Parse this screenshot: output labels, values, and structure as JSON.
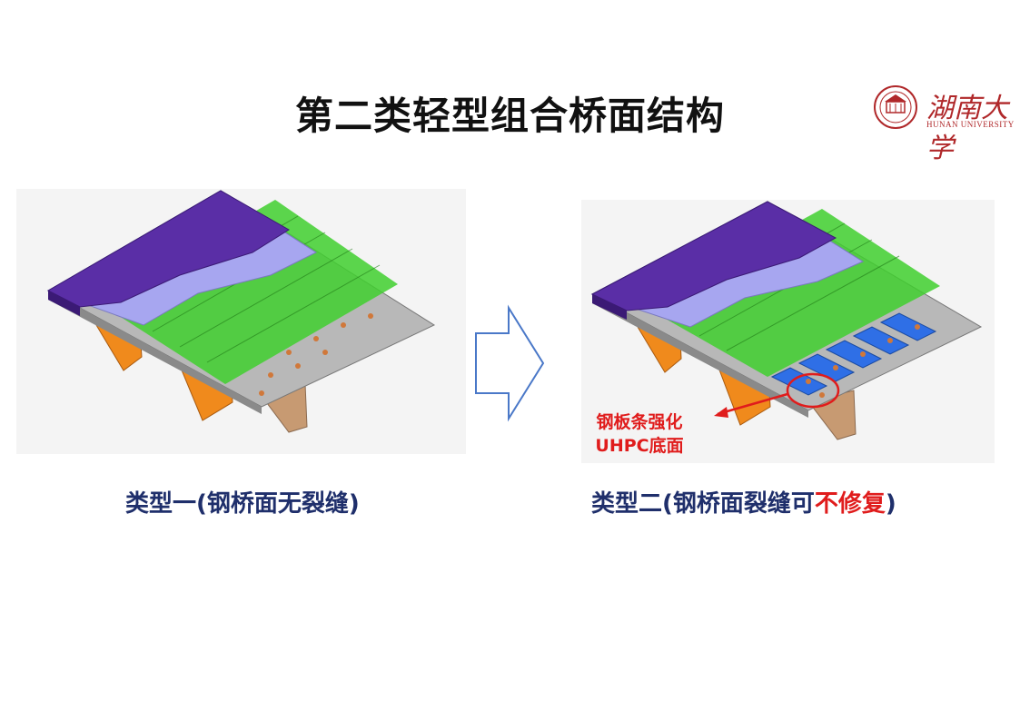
{
  "title": "第二类轻型组合桥面结构",
  "logo": {
    "name_cn": "湖南大学",
    "name_en": "HUNAN UNIVERSITY"
  },
  "captions": {
    "left": "类型一(钢桥面无裂缝)",
    "right_prefix": "类型二(钢桥面裂缝可",
    "right_highlight": "不修复",
    "right_suffix": ")"
  },
  "annotation": {
    "line1": "钢板条强化",
    "line2": "UHPC底面"
  },
  "colors": {
    "title": "#111111",
    "caption": "#1f2f6b",
    "highlight": "#e01c1c",
    "purple_layer": "#5a2ea6",
    "lavender_layer": "#a7a6f0",
    "rebar": "#3fcf2e",
    "steel_plate": "#b8b8b8",
    "rib": "#f08a1c",
    "steel_strip": "#2f6fe6",
    "arrow": "#4a78c8"
  }
}
